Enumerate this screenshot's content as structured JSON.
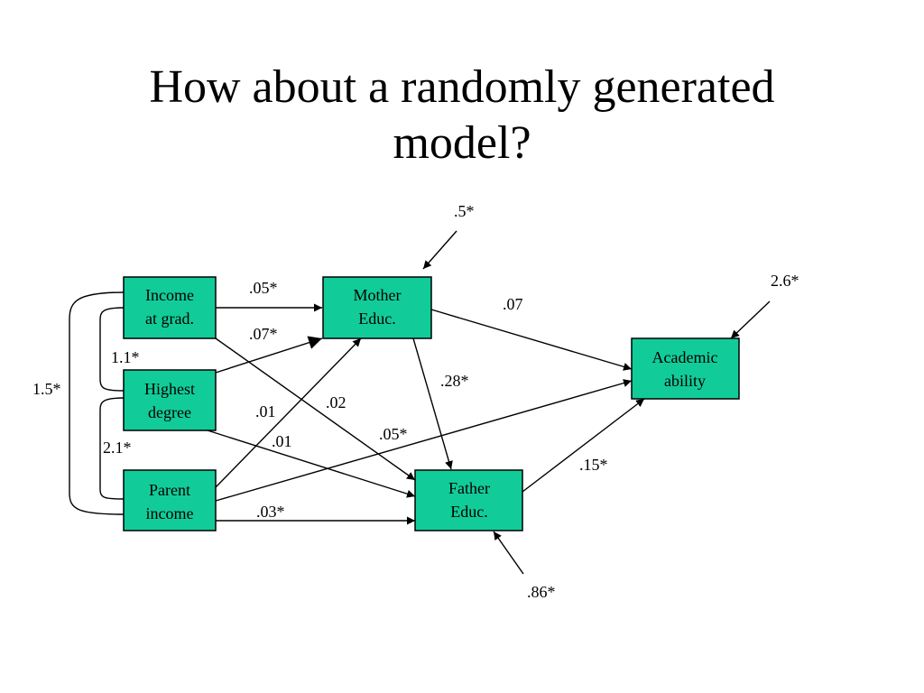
{
  "title": {
    "line1": "How about a randomly generated",
    "line2": "model?"
  },
  "colors": {
    "node_fill": "#11cc99",
    "line": "#000000",
    "background": "#ffffff"
  },
  "nodes": {
    "income": [
      "Income",
      "at grad."
    ],
    "highest": [
      "Highest",
      "degree"
    ],
    "parent": [
      "Parent",
      "income"
    ],
    "mother": [
      "Mother",
      "Educ."
    ],
    "father": [
      "Father",
      "Educ."
    ],
    "academic": [
      "Academic",
      "ability"
    ]
  },
  "coefficients": {
    "income_mother": ".05*",
    "highest_mother": ".07*",
    "mother_academic": ".07",
    "mother_father": ".28*",
    "income_father": ".02",
    "parent_mother": ".01",
    "highest_father": ".01",
    "parent_academic": ".05*",
    "parent_father": ".03*",
    "father_academic": ".15*",
    "mother_error": ".5*",
    "academic_error": "2.6*",
    "father_error": ".86*",
    "cov_income_highest": "1.1*",
    "cov_highest_parent": "2.1*",
    "cov_income_parent": "1.5*"
  }
}
